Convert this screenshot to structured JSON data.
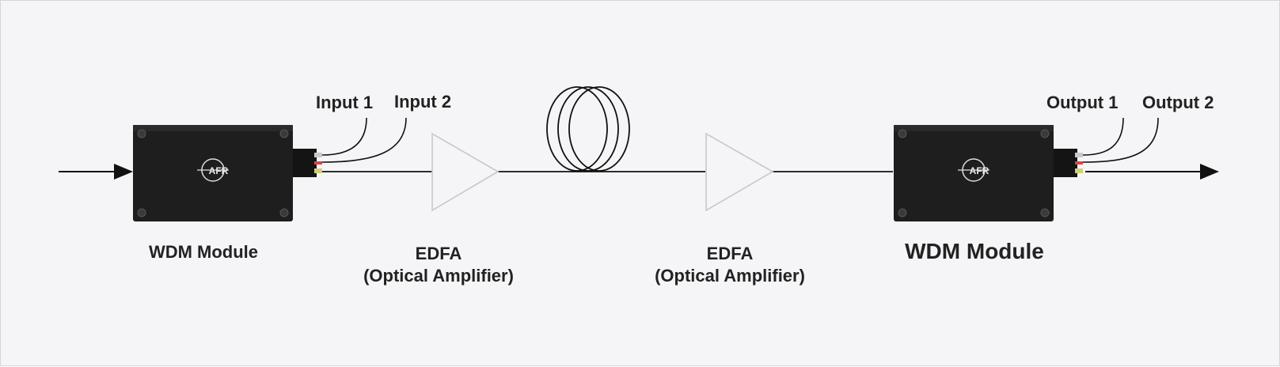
{
  "labels": {
    "input1": "Input 1",
    "input2": "Input 2",
    "output1": "Output 1",
    "output2": "Output 2",
    "wdm_left": "WDM Module",
    "wdm_right": "WDM Module",
    "edfa1_line1": "EDFA",
    "edfa1_line2": "(Optical Amplifier)",
    "edfa2_line1": "EDFA",
    "edfa2_line2": "(Optical Amplifier)"
  },
  "logo_text": "AFR",
  "colors": {
    "background": "#f5f5f7",
    "module_body": "#1e1e1e",
    "line": "#111111",
    "amplifier_outline": "#c8c8c8",
    "label_text": "#222222"
  },
  "icons": {
    "wdm_module": "wdm-module-icon",
    "amplifier": "amplifier-triangle-icon",
    "fiber_spool": "fiber-spool-icon",
    "arrow": "arrow-icon"
  }
}
